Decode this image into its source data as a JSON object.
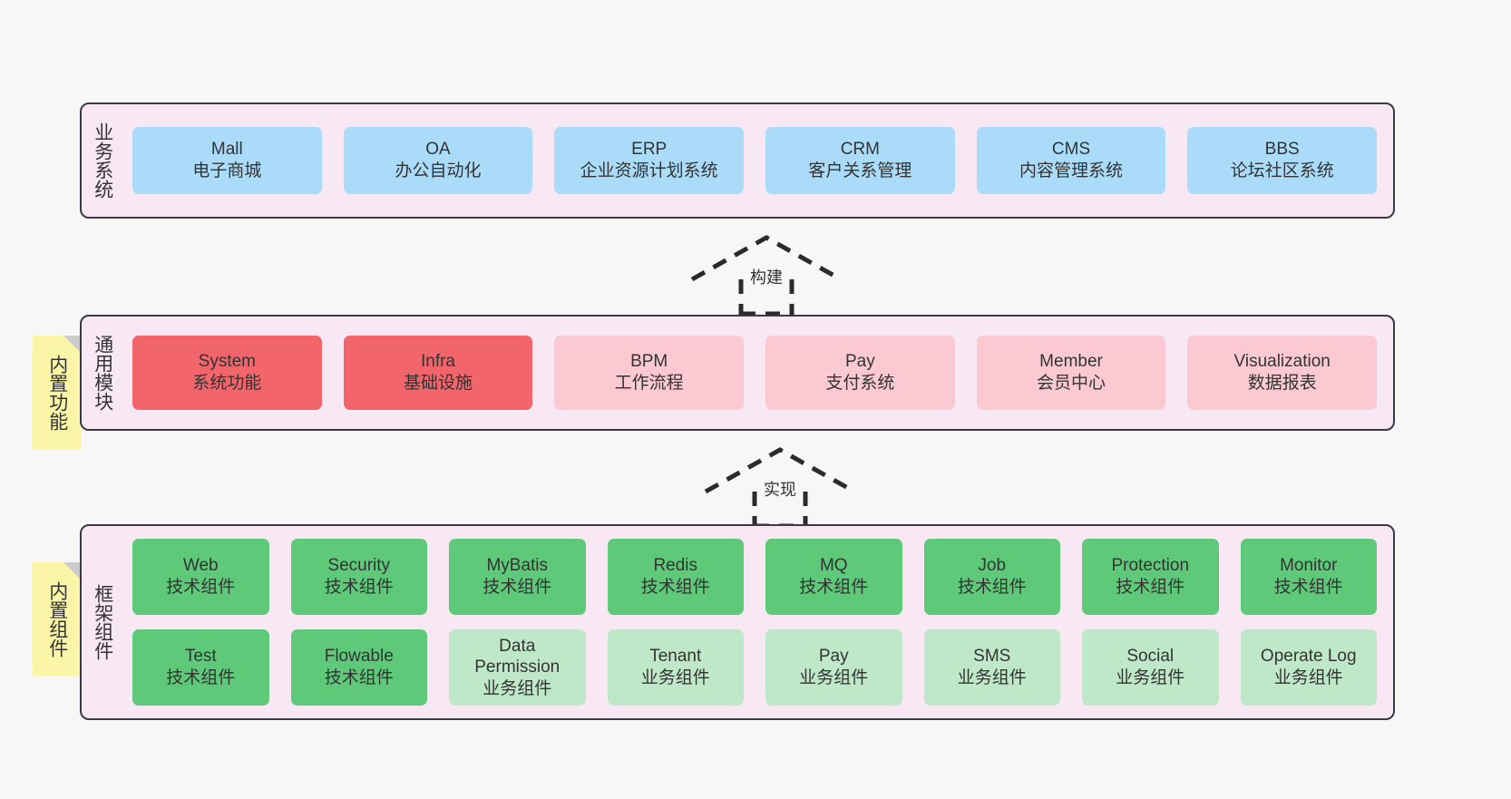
{
  "diagram": {
    "background_color": "#f7f7f7",
    "panel_color": "#f7e8f3",
    "panel_border_color": "#3d3846",
    "sticky_color": "#fbf6a7"
  },
  "layers": {
    "business": {
      "title": "业务系统",
      "accent": "#aadcfa",
      "cards": [
        {
          "name": "Mall",
          "desc": "电子商城"
        },
        {
          "name": "OA",
          "desc": "办公自动化"
        },
        {
          "name": "ERP",
          "desc": "企业资源计划系统"
        },
        {
          "name": "CRM",
          "desc": "客户关系管理"
        },
        {
          "name": "CMS",
          "desc": "内容管理系统"
        },
        {
          "name": "BBS",
          "desc": "论坛社区系统"
        }
      ]
    },
    "modules": {
      "title": "通用模块",
      "sticky": "内置功能",
      "accent_strong": "#f2656a",
      "accent_soft": "#fbc9d1",
      "cards": [
        {
          "name": "System",
          "desc": "系统功能"
        },
        {
          "name": "Infra",
          "desc": "基础设施"
        },
        {
          "name": "BPM",
          "desc": "工作流程"
        },
        {
          "name": "Pay",
          "desc": "支付系统"
        },
        {
          "name": "Member",
          "desc": "会员中心"
        },
        {
          "name": "Visualization",
          "desc": "数据报表"
        }
      ]
    },
    "framework": {
      "title": "框架组件",
      "sticky": "内置组件",
      "accent_strong": "#5fc97a",
      "accent_soft": "#bfe8c9",
      "row1": [
        {
          "name": "Web",
          "desc": "技术组件"
        },
        {
          "name": "Security",
          "desc": "技术组件"
        },
        {
          "name": "MyBatis",
          "desc": "技术组件"
        },
        {
          "name": "Redis",
          "desc": "技术组件"
        },
        {
          "name": "MQ",
          "desc": "技术组件"
        },
        {
          "name": "Job",
          "desc": "技术组件"
        },
        {
          "name": "Protection",
          "desc": "技术组件"
        },
        {
          "name": "Monitor",
          "desc": "技术组件"
        }
      ],
      "row2": [
        {
          "name": "Test",
          "desc": "技术组件"
        },
        {
          "name": "Flowable",
          "desc": "技术组件"
        },
        {
          "name": "Data",
          "name2": "Permission",
          "desc": "业务组件"
        },
        {
          "name": "Tenant",
          "desc": "业务组件"
        },
        {
          "name": "Pay",
          "desc": "业务组件"
        },
        {
          "name": "SMS",
          "desc": "业务组件"
        },
        {
          "name": "Social",
          "desc": "业务组件"
        },
        {
          "name": "Operate Log",
          "desc": "业务组件"
        }
      ]
    }
  },
  "arrows": {
    "build": {
      "label": "构建"
    },
    "implement": {
      "label": "实现"
    }
  }
}
